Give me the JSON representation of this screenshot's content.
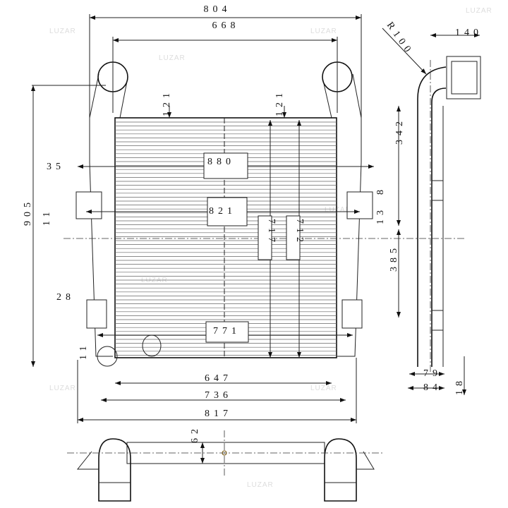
{
  "watermark": "LUZAR",
  "dimensions": {
    "overall_top_width": "804",
    "pipe_spacing": "668",
    "bend_radius": "R100",
    "side_pipe_offset": "140",
    "pipe_height_left": "121",
    "pipe_height_right": "121",
    "upper_right_height": "342",
    "upper_bracket_offset": "35",
    "upper_bracket_width": "880",
    "overall_height": "905",
    "upper_bracket_slot": "11",
    "upper_mount_width": "821",
    "core_height_left": "717",
    "core_height_right": "712",
    "slot_right_upper": "8",
    "upper_to_center": "13",
    "lower_right_height": "385",
    "lower_bracket_offset": "28",
    "lower_bracket_slot": "11",
    "lower_mount_width": "771",
    "core_width": "647",
    "lower_width": "736",
    "overall_bottom_width": "817",
    "pipe_offset_depth": "62",
    "side_depth_inner": "79",
    "side_depth_outer": "84",
    "side_foot_height": "18"
  }
}
